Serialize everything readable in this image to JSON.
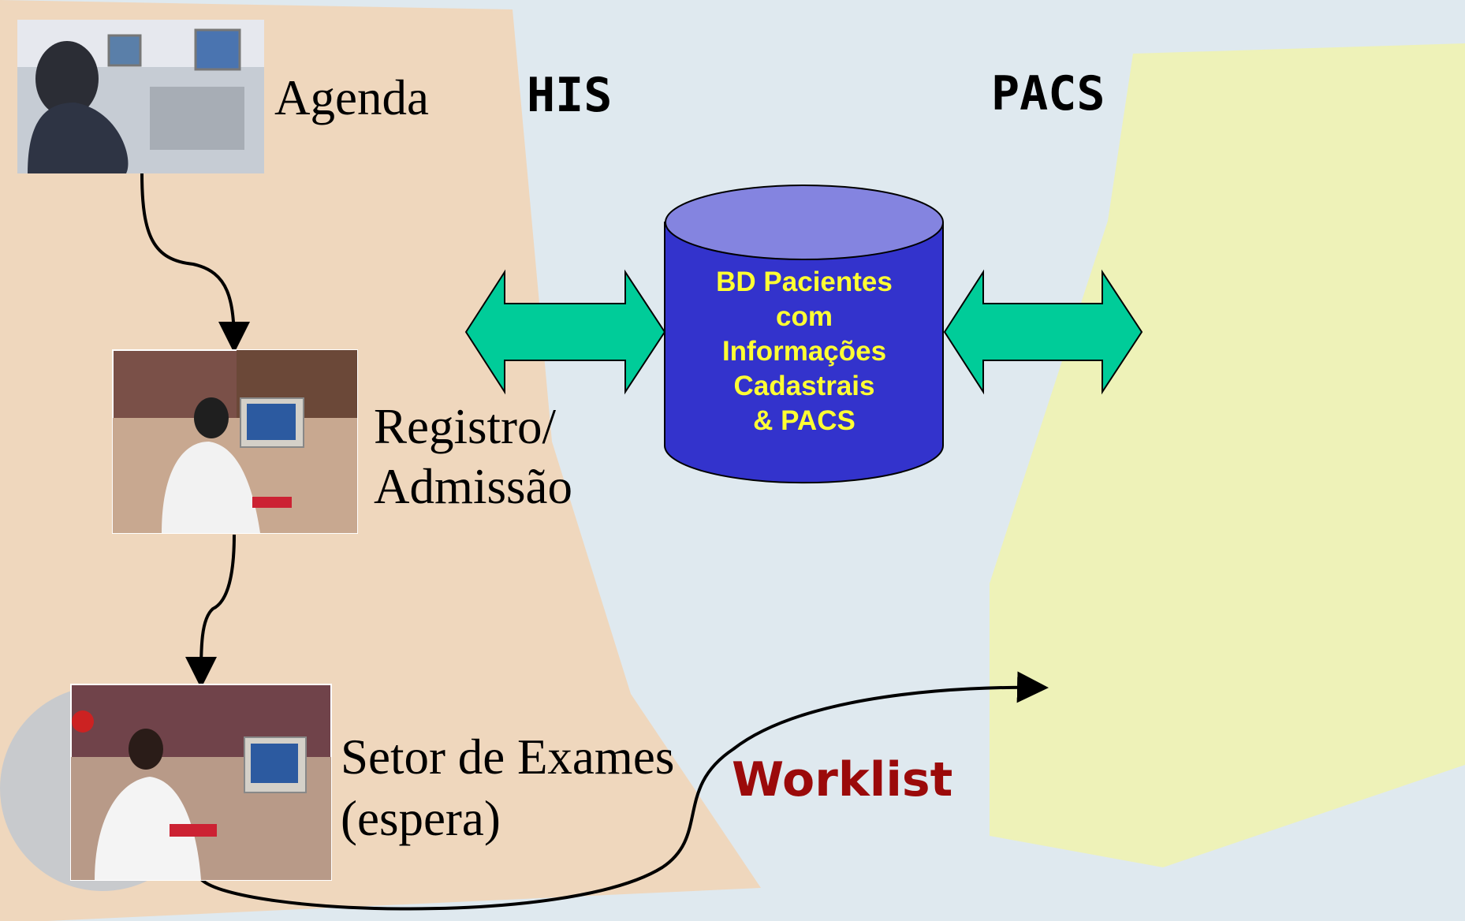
{
  "colors": {
    "background": "#dfe9ef",
    "his_region": "#efd7bd",
    "pacs_region": "#eef2b8",
    "database_top": "#8484e0",
    "database_body": "#3333cc",
    "database_text": "#ffff33",
    "arrow_fill": "#00cc99",
    "worklist_text": "#9b0a0a"
  },
  "sections": {
    "his": "HIS",
    "pacs": "PACS"
  },
  "steps": [
    {
      "lines": [
        "Agenda"
      ],
      "photo": "reception-scheduling-photo"
    },
    {
      "lines": [
        "Registro/",
        "Admissão"
      ],
      "photo": "registration-desk-photo"
    },
    {
      "lines": [
        "Setor de Exames",
        "(espera)"
      ],
      "photo": "exam-sector-desk-photo"
    }
  ],
  "database": {
    "lines": [
      "BD Pacientes",
      "com",
      "Informações",
      "Cadastrais",
      "& PACS"
    ]
  },
  "worklist": "Worklist",
  "icons": {
    "left_exchange": "double-arrow-icon",
    "right_exchange": "double-arrow-icon",
    "database": "database-cylinder-icon"
  }
}
